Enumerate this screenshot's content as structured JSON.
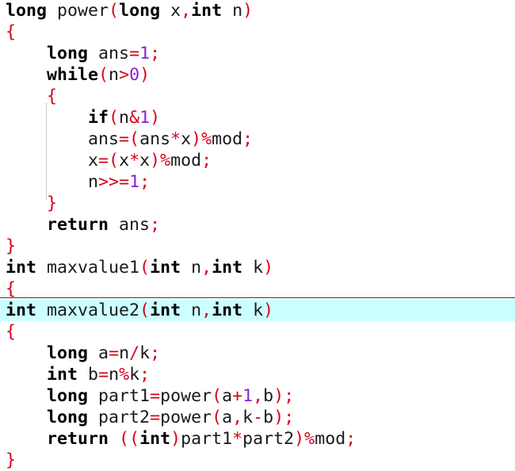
{
  "editor": {
    "lines": [
      "long power(long x,int n)",
      "{",
      "    long ans=1;",
      "    while(n>0)",
      "    {",
      "        if(n&1)",
      "        ans=(ans*x)%mod;",
      "        x=(x*x)%mod;",
      "        n>>=1;",
      "    }",
      "    return ans;",
      "}",
      "int maxvalue1(int n,int k)",
      "{",
      "int maxvalue2(int n,int k)",
      "{",
      "    long a=n/k;",
      "    int b=n%k;",
      "    long part1=power(a+1,b);",
      "    long part2=power(a,k-b);",
      "    return ((int)part1*part2)%mod;",
      "}"
    ],
    "current_line": 14,
    "colors": {
      "keyword": "#000000",
      "identifier": "#1a1a1a",
      "operator": "#d9001b",
      "number": "#8a1fd6",
      "current_line_bg": "#ccffff"
    }
  }
}
